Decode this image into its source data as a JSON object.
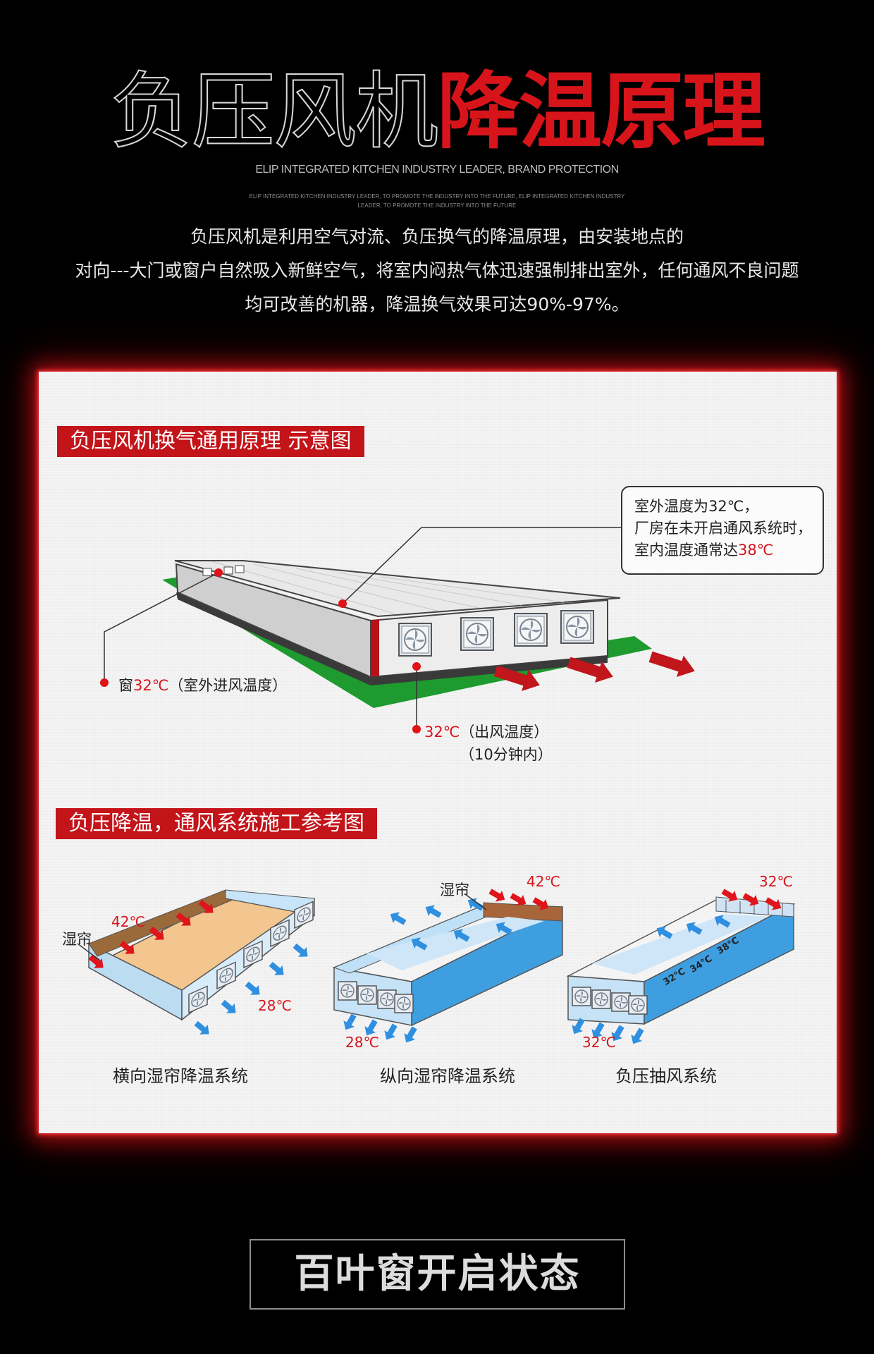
{
  "header": {
    "title_part1": "负压风机",
    "title_part2": "降温原理",
    "subtitle": "ELIP INTEGRATED KITCHEN INDUSTRY LEADER, BRAND PROTECTION",
    "tiny_line1": "ELIP INTEGRATED KITCHEN INDUSTRY LEADER, TO PROMOTE THE INDUSTRY INTO THE FUTURE, ELIP INTEGRATED KITCHEN INDUSTRY",
    "tiny_line2": "LEADER, TO PROMOTE THE INDUSTRY INTO THE FUTURE"
  },
  "intro": {
    "line1": "负压风机是利用空气对流、负压换气的降温原理，由安装地点的",
    "line2": "对向---大门或窗户自然吸入新鲜空气，将室内闷热气体迅速强制排出室外，任何通风不良问题",
    "line3": "均可改善的机器，降温换气效果可达90%-97%。"
  },
  "section1": {
    "label": "负压风机换气通用原理 示意图",
    "callout_line1": "室外温度为32℃，",
    "callout_line2": "厂房在未开启通风系统时，",
    "callout_line3_prefix": "室内温度通常达",
    "callout_line3_value": "38℃",
    "window_prefix": "窗",
    "window_value": "32℃",
    "window_suffix": "（室外进风温度）",
    "outlet_value": "32℃",
    "outlet_suffix": "（出风温度）",
    "outlet_time": "（10分钟内）"
  },
  "section2": {
    "label": "负压降温，通风系统施工参考图",
    "systems": [
      {
        "caption": "横向湿帘降温系统",
        "curtain": "湿帘",
        "temp_in": "42℃",
        "temp_out": "28℃"
      },
      {
        "caption": "纵向湿帘降温系统",
        "curtain": "湿帘",
        "temp_in": "42℃",
        "temp_out": "28℃"
      },
      {
        "caption": "负压抽风系统",
        "temp_in": "32℃",
        "temp_out": "32℃",
        "inner_temps": [
          "32℃",
          "34℃",
          "38℃"
        ]
      }
    ]
  },
  "bottom": {
    "button_label": "百叶窗开启状态"
  },
  "colors": {
    "accent_red": "#d8141b",
    "panel_bg": "#f4f4f4",
    "ground_green": "#1e9a2f",
    "water_blue": "#3a9ad9"
  }
}
